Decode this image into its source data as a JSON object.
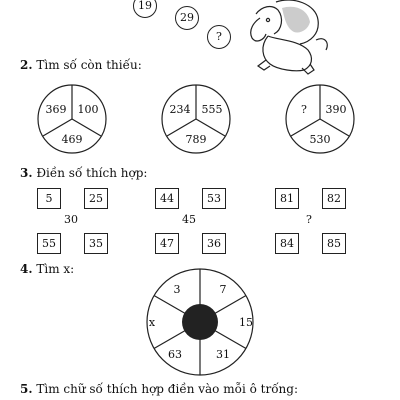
{
  "top_sequence": [
    "19",
    "29",
    "?"
  ],
  "section2": {
    "number": "2.",
    "title": "Tìm số còn thiếu:",
    "circles": [
      {
        "left": "369",
        "right": "100",
        "bottom": "469"
      },
      {
        "left": "234",
        "right": "555",
        "bottom": "789"
      },
      {
        "left": "?",
        "right": "390",
        "bottom": "530"
      }
    ]
  },
  "section3": {
    "number": "3.",
    "title": "Điền số thích hợp:",
    "grids": [
      {
        "tl": "5",
        "tr": "25",
        "center": "30",
        "bl": "55",
        "br": "35"
      },
      {
        "tl": "44",
        "tr": "53",
        "center": "45",
        "bl": "47",
        "br": "36"
      },
      {
        "tl": "81",
        "tr": "82",
        "center": "?",
        "bl": "84",
        "br": "85"
      }
    ]
  },
  "section4": {
    "number": "4.",
    "title": "Tìm x:",
    "wheel": {
      "top_left": "3",
      "top_right": "7",
      "right": "15",
      "bottom_right": "31",
      "bottom_left": "63",
      "left": "x"
    }
  },
  "section5": {
    "number": "5.",
    "title": "Tìm chữ số thích hợp điền vào mỗi ô trống:"
  }
}
